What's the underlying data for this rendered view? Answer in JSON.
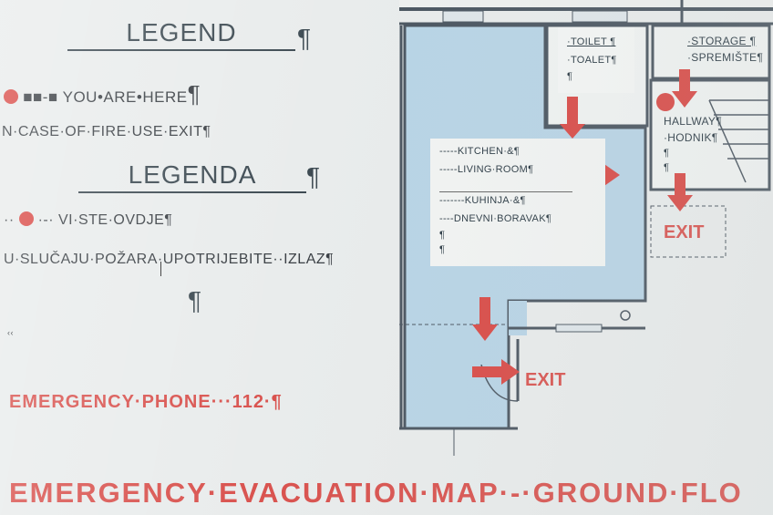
{
  "legend": {
    "title_en": "LEGEND",
    "you_are_here": "YOU•ARE•HERE",
    "fire_exit_en": "N·CASE·OF·FIRE·USE·EXIT¶",
    "title_hr": "LEGENDA",
    "vi_ste_ovdje": "VI·STE·OVDJE¶",
    "fire_exit_hr": "U·SLUČAJU·POŽARA·UPOTRIJEBITE··IZLAZ¶",
    "pilcrow": "¶"
  },
  "emergency_phone": "EMERGENCY·PHONE···112·¶",
  "footer_title": "EMERGENCY·EVACUATION·MAP·-·GROUND·FLO",
  "plan": {
    "toilet_en": "·TOILET ¶",
    "toilet_hr": "·TOALET¶",
    "storage_en": "·STORAGE ¶",
    "storage_hr": "·SPREMIŠTE¶",
    "hallway_en": "HALLWAY¶",
    "hallway_hr": "·HODNIK¶",
    "kitchen_en": "-----KITCHEN·&¶",
    "living_en": "-----LIVING·ROOM¶",
    "kitchen_hr": "-------KUHINJA·&¶",
    "living_hr": "----DNEVNI·BORAVAK¶",
    "exit_label": "EXIT"
  },
  "colors": {
    "accent_red": "#d9534f",
    "room_blue": "#b8d4e6",
    "wall": "#4a5560"
  }
}
